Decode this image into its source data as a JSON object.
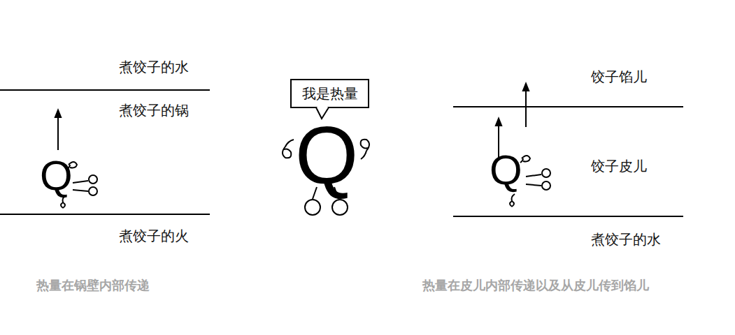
{
  "diagram": {
    "nodes": [
      {
        "text": [
          "我是热量"
        ]
      }
    ],
    "labels": [
      "煮饺子的水",
      "煮饺子的锅",
      "Q",
      "煮饺子的火",
      "Q",
      "饺子馅儿",
      "饺子皮儿",
      "Q",
      "煮饺子的水",
      "热量在锅壁内部传递",
      "热量在皮儿内部传递以及从皮儿传到馅儿"
    ]
  }
}
